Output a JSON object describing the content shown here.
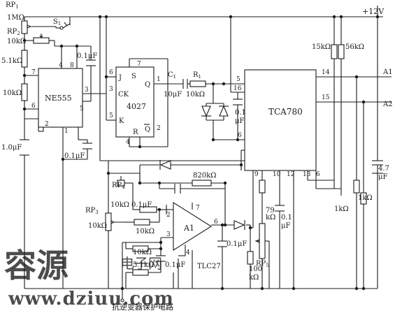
{
  "title": "抗逆变器保护电路",
  "supply": "+12V",
  "outputs": [
    "A1",
    "A2"
  ],
  "ics": {
    "ne555": "NE555",
    "cd4027": "4027",
    "tca780": "TCA780",
    "opamp": "A1",
    "opamp_part": "TLC27"
  },
  "ff_pins": {
    "j": "J",
    "s": "S",
    "ck": "CK",
    "k": "K",
    "r": "R",
    "q": "Q",
    "qbar": "Q"
  },
  "components": {
    "rp1": "RP",
    "rp1_val": "1MΩ",
    "s1": "S",
    "rp2": "RP",
    "rp2_val": "10kΩ",
    "r_5k1_top": "5.1kΩ",
    "r_10k_555": "10kΩ",
    "c_1uf": "1.0μF",
    "c_01_a": "0.1μF",
    "c_01_b": "0.1μF",
    "c1": "C",
    "c1_val": "10μF",
    "r1": "R",
    "r1_val": "10kΩ",
    "c_01_tca": "0.1",
    "c_01_tca_unit": "μF",
    "r_15k": "15kΩ",
    "r_56k": "56kΩ",
    "r_1k_a": "1kΩ",
    "r_1k_b": "1kΩ",
    "c_47": "4.7",
    "c_47_unit": "μF",
    "r_820k": "820kΩ",
    "rp4": "RP",
    "rp4_val": "10kΩ",
    "rp3": "RP",
    "rp3_val": "10kΩ",
    "c_01_in": "0.1μF",
    "r_10k_in": "10kΩ",
    "r_10k_pos": "10kΩ",
    "r_5k1_pos": "5.1kΩ",
    "c_01_pos": "0.1μF",
    "c_01_out": "0.1μF",
    "r_100k": "100",
    "r_100k_unit": "kΩ",
    "r_79k": "79",
    "r_79k_unit": "kΩ",
    "c_01_pin10": "0.1",
    "c_01_pin10_unit": "μF",
    "rp5": "RP"
  },
  "pins": {
    "p555_8": "8",
    "p555_4": "4",
    "p555_7": "7",
    "p555_6": "6",
    "p555_3": "3",
    "p555_5": "5",
    "p555_2": "2",
    "p555_1": "1",
    "ff_6": "6",
    "ff_7": "7",
    "ff_3": "3",
    "ff_1": "1",
    "ff_5": "5",
    "ff_4": "4",
    "ff_2": "2",
    "tca_5": "5",
    "tca_16": "16",
    "tca_6": "6",
    "tca_14": "14",
    "tca_15": "15",
    "tca_9": "9",
    "tca_10": "10",
    "tca_12": "12",
    "tca_13": "13",
    "tca_6b": "6",
    "op_2": "2",
    "op_3": "3",
    "op_4": "4",
    "op_6": "6",
    "op_7": "7"
  },
  "watermark": {
    "cn": "容源",
    "sub": "电子网",
    "url": "www.dziuu.com"
  }
}
